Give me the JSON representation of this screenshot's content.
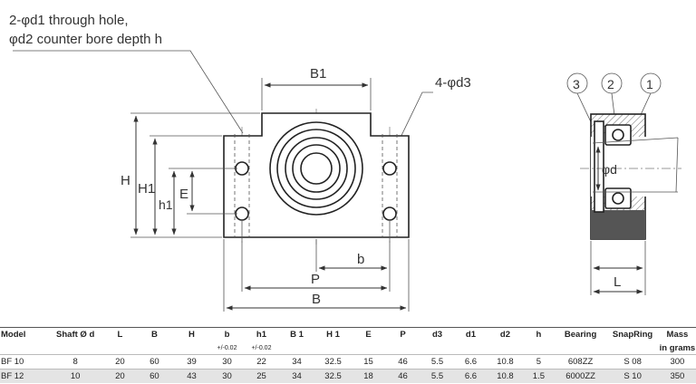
{
  "front_view": {
    "note_line1": "2-φd1 through hole,",
    "note_line2": "φd2 counter bore depth h",
    "hole_note": "4-φd3",
    "dim_B1": "B1",
    "dim_H": "H",
    "dim_H1": "H1",
    "dim_h1": "h1",
    "dim_E": "E",
    "dim_b": "b",
    "dim_P": "P",
    "dim_B": "B"
  },
  "side_view": {
    "callouts": [
      "3",
      "2",
      "1"
    ],
    "dim_d": "φd",
    "dim_L": "L"
  },
  "table": {
    "headers": [
      "Model",
      "Shaft Ø d",
      "L",
      "B",
      "H",
      "b",
      "h1",
      "B 1",
      "H 1",
      "E",
      "P",
      "d3",
      "d1",
      "d2",
      "h",
      "Bearing",
      "SnapRing",
      "Mass"
    ],
    "mass_unit": "in grams",
    "tolerance_b": "+/-0.02",
    "tolerance_h1": "+/-0.02",
    "rows": [
      [
        "BF 10",
        "8",
        "20",
        "60",
        "39",
        "30",
        "22",
        "34",
        "32.5",
        "15",
        "46",
        "5.5",
        "6.6",
        "10.8",
        "5",
        "608ZZ",
        "S 08",
        "300"
      ],
      [
        "BF 12",
        "10",
        "20",
        "60",
        "43",
        "30",
        "25",
        "34",
        "32.5",
        "18",
        "46",
        "5.5",
        "6.6",
        "10.8",
        "1.5",
        "6000ZZ",
        "S 10",
        "350"
      ]
    ]
  }
}
